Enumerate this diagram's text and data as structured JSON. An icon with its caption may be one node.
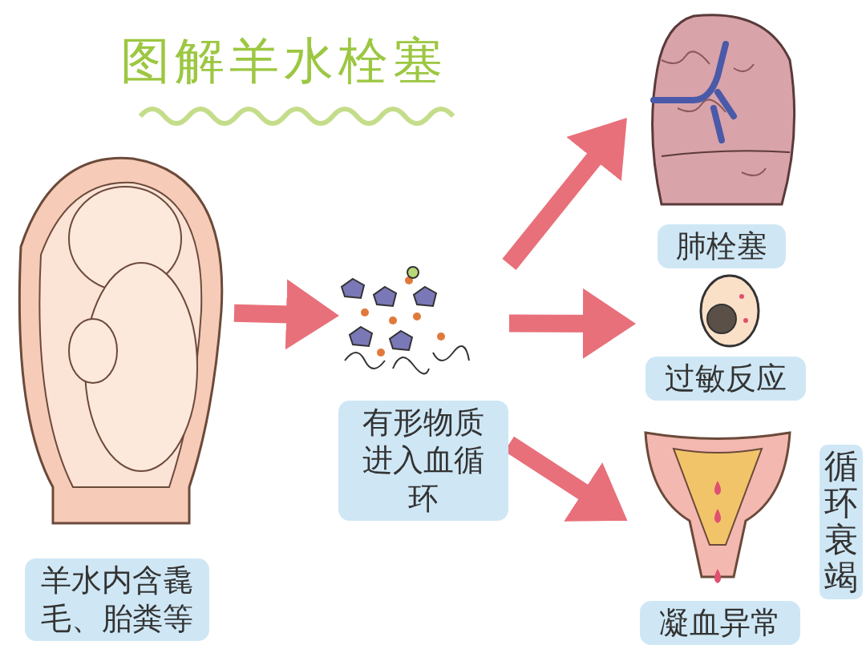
{
  "diagram": {
    "title": "图解羊水栓塞",
    "nodes": [
      {
        "text": [
          "羊水内含毳毛、胎粪等"
        ]
      },
      {
        "text": [
          "有形物质进入血循环"
        ]
      },
      {
        "text": [
          "肺栓塞"
        ]
      },
      {
        "text": [
          "过敏反应"
        ]
      },
      {
        "text": [
          "凝血异常"
        ]
      }
    ],
    "edges": [
      {
        "from": 0,
        "to": 1,
        "arrow": "to"
      },
      {
        "from": 1,
        "to": 2,
        "arrow": "to"
      },
      {
        "from": 1,
        "to": 3,
        "arrow": "to"
      },
      {
        "from": 1,
        "to": 4,
        "arrow": "to"
      }
    ],
    "labels": [
      "循环衰竭"
    ]
  }
}
